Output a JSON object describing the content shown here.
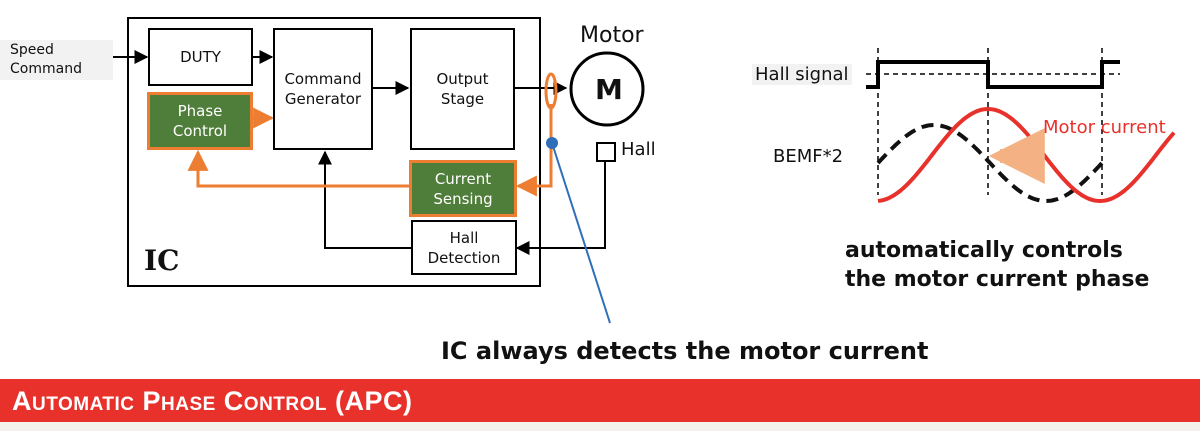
{
  "ic_block": {
    "label": "IC",
    "duty": "DUTY",
    "command_generator": "Command\nGenerator",
    "output_stage": "Output\nStage",
    "phase_control": "Phase\nControl",
    "current_sensing": "Current\nSensing",
    "hall_detection": "Hall\nDetection"
  },
  "inputs": {
    "speed_command": "Speed\nCommand"
  },
  "motor": {
    "title": "Motor",
    "symbol": "M",
    "hall": "Hall"
  },
  "callout": "IC always detects the motor current",
  "waveform": {
    "hall_signal": "Hall signal",
    "bemf": "BEMF*2",
    "motor_current": "Motor current",
    "caption": "automatically controls\nthe motor current phase"
  },
  "banner": {
    "title": "Automatic Phase Control (APC)"
  },
  "colors": {
    "accent_orange": "#ed7d31",
    "block_green": "#4f7d3a",
    "callout_blue": "#2e6fb7",
    "current_red": "#e8312b",
    "banner_red": "#e8312b"
  }
}
